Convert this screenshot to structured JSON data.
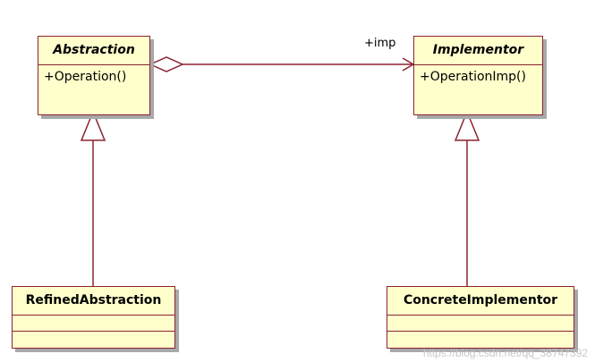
{
  "diagram": {
    "classes": [
      {
        "id": "abstraction",
        "name": "Abstraction",
        "abstract": true,
        "operations": [
          "+Operation()"
        ]
      },
      {
        "id": "implementor",
        "name": "Implementor",
        "abstract": true,
        "operations": [
          "+OperationImp()"
        ]
      },
      {
        "id": "refined",
        "name": "RefinedAbstraction",
        "abstract": false,
        "operations": []
      },
      {
        "id": "concrete",
        "name": "ConcreteImplementor",
        "abstract": false,
        "operations": []
      }
    ],
    "relationships": [
      {
        "type": "aggregation",
        "from": "Abstraction",
        "to": "Implementor",
        "role": "+imp"
      },
      {
        "type": "generalization",
        "from": "RefinedAbstraction",
        "to": "Abstraction"
      },
      {
        "type": "generalization",
        "from": "ConcreteImplementor",
        "to": "Implementor"
      }
    ]
  },
  "watermark": "https://blog.csdn.net/qq_38747392",
  "colors": {
    "class_fill": "#ffffcc",
    "line": "#8b2332",
    "shadow": "#a8a8a8"
  }
}
